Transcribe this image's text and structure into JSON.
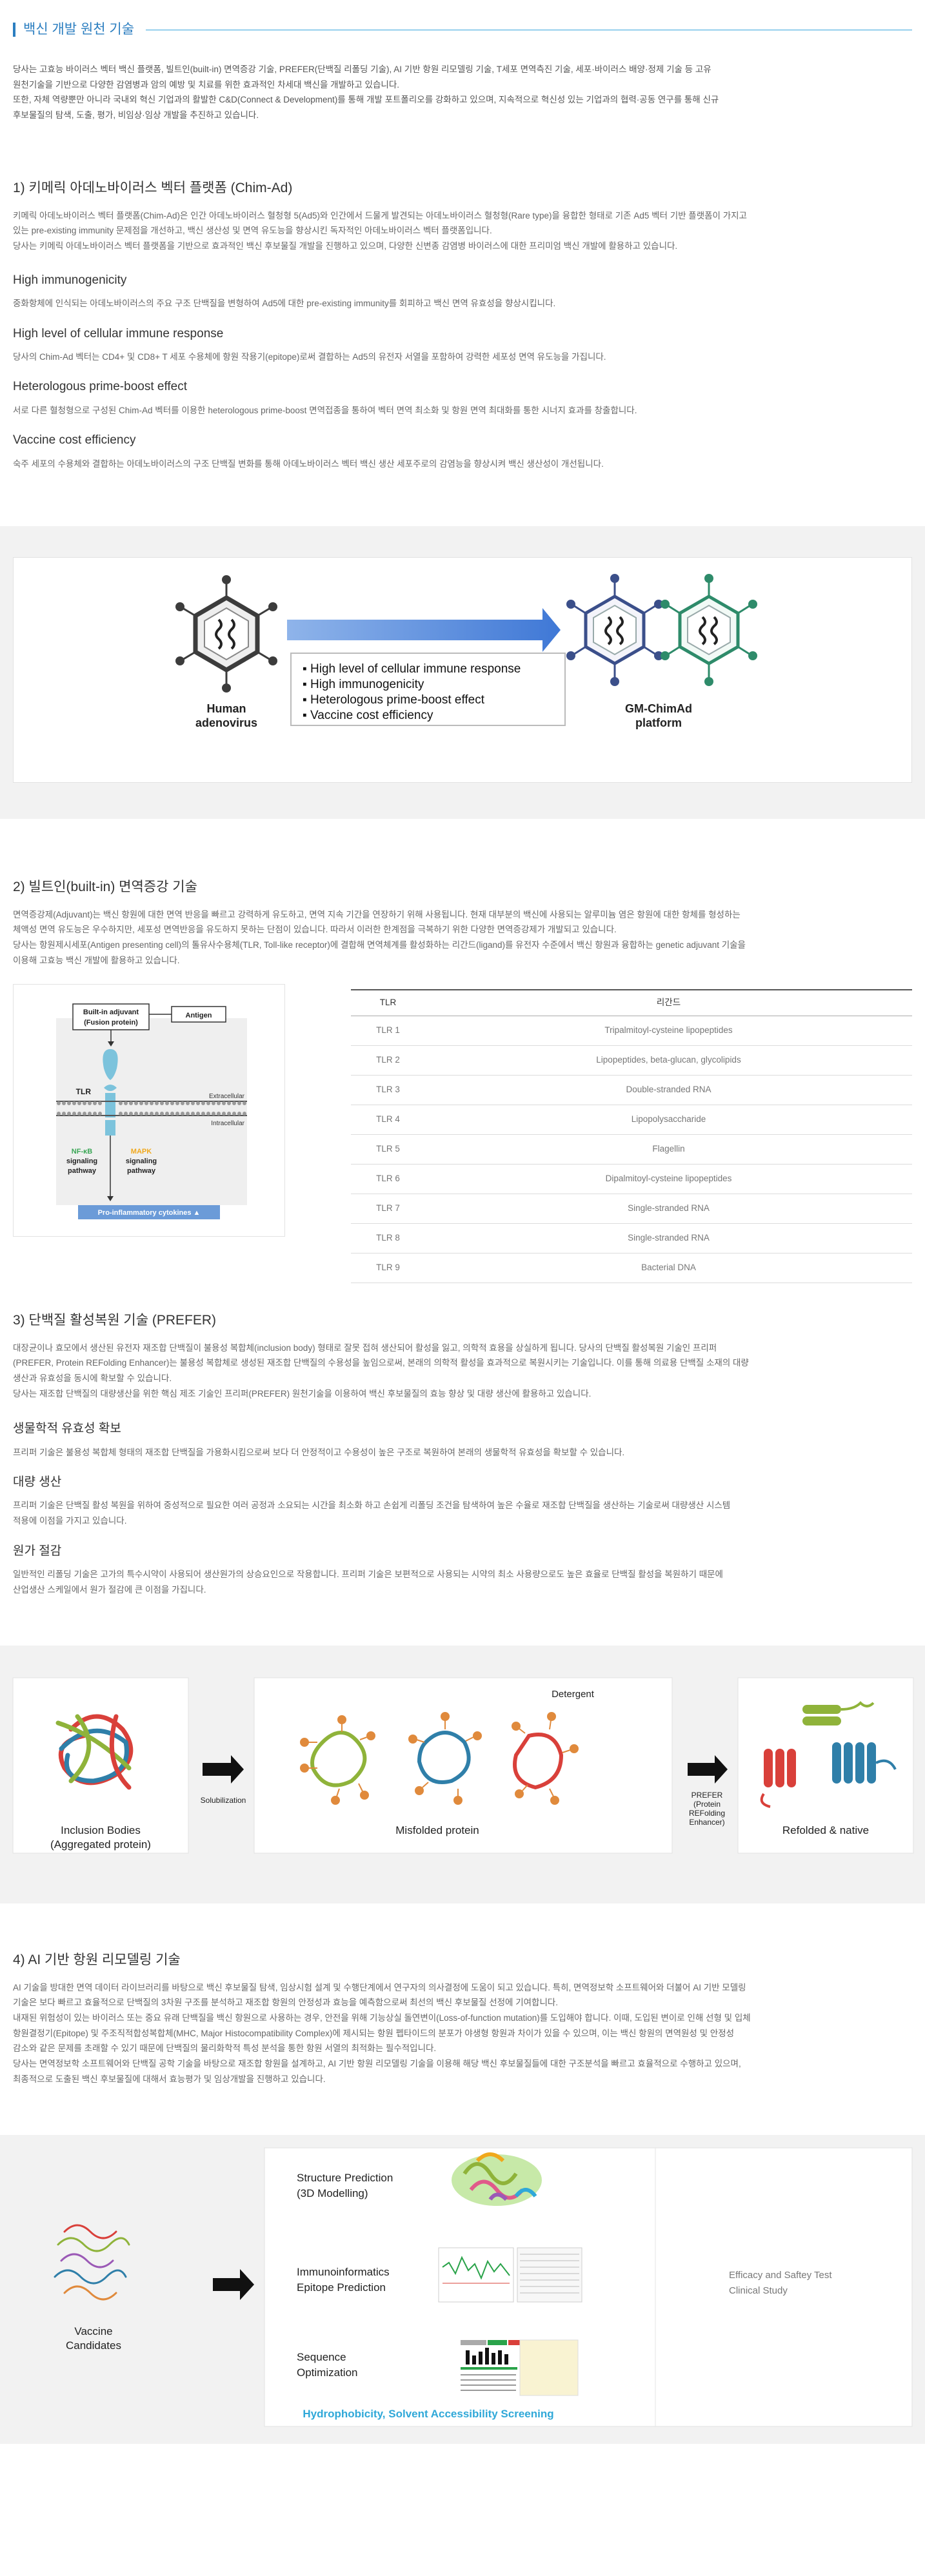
{
  "page": {
    "title": "백신 개발 원천 기술",
    "intro": [
      "당사는 고효능 바이러스 벡터 백신 플랫폼, 빌트인(built-in) 면역증강 기술, PREFER(단백질 리폴딩 기술), AI 기반 항원 리모델링 기술, T세포 면역측진 기술, 세포·바이러스 배양·정제 기술 등 고유",
      "원천기술을 기반으로 다양한 감염병과 암의 예방 및 치료를 위한 효과적인 차세대 백신을 개발하고 있습니다.",
      "또한, 자체 역량뿐만 아니라 국내외 혁신 기업과의 활발한 C&D(Connect & Development)를 통해 개발 포트폴리오를 강화하고 있으며, 지속적으로 혁신성 있는 기업과의 협력·공동 연구를 통해 신규",
      "후보물질의 탐색, 도출, 평가, 비임상·임상 개발을 추진하고 있습니다."
    ]
  },
  "s1": {
    "title": "1) 키메릭 아데노바이러스 벡터 플랫폼 (Chim-Ad)",
    "desc": [
      "키메릭 아데노바이러스 벡터 플랫폼(Chim-Ad)은 인간 아데노바이러스 혈청형 5(Ad5)와 인간에서 드물게 발견되는 아데노바이러스 혈청형(Rare type)을 융합한 형태로 기존 Ad5 벡터 기반 플랫폼이 가지고",
      "있는 pre-existing immunity 문제점을 개선하고, 백신 생산성 및 면역 유도능을 향상시킨 독자적인 아데노바이러스 벡터 플랫폼입니다.",
      "당사는 키메릭 아데노바이러스 벡터 플랫폼을 기반으로 효과적인 백신 후보물질 개발을 진행하고 있으며, 다양한 신변종 감염병 바이러스에 대한 프리미엄 백신 개발에 활용하고 있습니다."
    ],
    "features": [
      {
        "title": "High immunogenicity",
        "text": "중화항체에 인식되는 아데노바이러스의 주요 구조 단백질을 변형하여 Ad5에 대한 pre-existing immunity를 회피하고 백신 면역 유효성을 향상시킵니다."
      },
      {
        "title": "High level of cellular immune response",
        "text": "당사의 Chim-Ad 벡터는 CD4+ 및 CD8+ T 세포 수용체에 항원 작용기(epitope)로써 결합하는 Ad5의 유전자 서열을 포함하여 강력한 세포성 면역 유도능을 가집니다."
      },
      {
        "title": "Heterologous prime-boost effect",
        "text": "서로 다른 혈청형으로 구성된 Chim-Ad 벡터를 이용한 heterologous prime-boost 면역접종을 통하여 벡터 면역 최소화 및 항원 면역 최대화를 통한 시너지 효과를 창출합니다."
      },
      {
        "title": "Vaccine cost efficiency",
        "text": "숙주 세포의 수용체와 결합하는 아데노바이러스의 구조 단백질 변화를 통해 아데노바이러스 벡터 백신 생산 세포주로의 감염능을 향상시켜 백신 생산성이 개선됩니다."
      }
    ],
    "diagram": {
      "left_label_1": "Human",
      "left_label_2": "adenovirus",
      "right_label_1": "GM-ChimAd",
      "right_label_2": "platform",
      "bullets": [
        "High  level of cellular immune  response",
        "High  immunogenicity",
        "Heterologous  prime-boost effect",
        "Vaccine  cost efficiency"
      ],
      "colors": {
        "arrow": "#4a80d4",
        "virus_dark": "#3c3c3c",
        "virus_blue": "#3b4f8a",
        "virus_green": "#2e8b6a"
      }
    }
  },
  "s2": {
    "title": "2) 빌트인(built-in) 면역증강 기술",
    "desc": [
      "면역증강제(Adjuvant)는 백신 항원에 대한 면역 반응을 빠르고 강력하게 유도하고, 면역 지속 기간을 연장하기 위해 사용됩니다. 현재 대부분의 백신에 사용되는 알루미늄 염은 항원에 대한 항체를 형성하는",
      "체액성 면역 유도능은 우수하지만, 세포성 면역반응을 유도하지 못하는 단점이 있습니다. 따라서 이러한 한계점을 극복하기 위한 다양한 면역증강제가 개발되고 있습니다.",
      "당사는 항원제시세포(Antigen presenting cell)의 톨유사수용체(TLR, Toll-like receptor)에 결합해 면역체계를 활성화하는 리간드(ligand)를 유전자 수준에서 백신 항원과 융합하는 genetic adjuvant 기술을",
      "이용해 고효능 백신 개발에 활용하고 있습니다."
    ],
    "diagram": {
      "builtin_1": "Built-in adjuvant",
      "builtin_2": "(Fusion protein)",
      "antigen": "Antigen",
      "tlr": "TLR",
      "extracellular": "Extracellular",
      "intracellular": "Intracellular",
      "nfkb_1": "NF-κB",
      "nfkb_2": "signaling",
      "nfkb_3": "pathway",
      "mapk_1": "MAPK",
      "mapk_2": "signaling",
      "mapk_3": "pathway",
      "cytokines": "Pro-inflammatory cytokines ▲",
      "colors": {
        "tlr": "#7cc3dc",
        "nfkb": "#3aa655",
        "mapk": "#f0a81c",
        "cytokines": "#6b9bd8"
      }
    },
    "table": {
      "headers": [
        "TLR",
        "리간드"
      ],
      "rows": [
        [
          "TLR 1",
          "Tripalmitoyl-cysteine lipopeptides"
        ],
        [
          "TLR 2",
          "Lipopeptides, beta-glucan, glycolipids"
        ],
        [
          "TLR 3",
          "Double-stranded RNA"
        ],
        [
          "TLR 4",
          "Lipopolysaccharide"
        ],
        [
          "TLR 5",
          "Flagellin"
        ],
        [
          "TLR 6",
          "Dipalmitoyl-cysteine lipopeptides"
        ],
        [
          "TLR 7",
          "Single-stranded RNA"
        ],
        [
          "TLR 8",
          "Single-stranded RNA"
        ],
        [
          "TLR 9",
          "Bacterial DNA"
        ]
      ]
    }
  },
  "s3": {
    "title": "3) 단백질 활성복원 기술 (PREFER)",
    "desc": [
      "대장균이나 효모에서 생산된 유전자 재조합 단백질이 불용성 복합체(inclusion body) 형태로 잘못 접혀 생산되어 활성을 잃고, 의학적 효용을 상실하게 됩니다. 당사의 단백질 활성복원 기술인 프리퍼",
      "(PREFER, Protein REFolding Enhancer)는 불용성 복합체로 생성된 재조합 단백질의 수용성을 높임으로써, 본래의 의학적 활성을 효과적으로 복원시키는 기술입니다. 이를 통해 의료용 단백질 소재의 대량",
      "생산과 유효성을 동시에 확보할 수 있습니다.",
      "당사는 재조합 단백질의 대량생산을 위한 핵심 제조 기술인 프리퍼(PREFER) 원천기술을 이용하여 백신 후보물질의 효능 향상 및 대량 생산에 활용하고 있습니다."
    ],
    "features": [
      {
        "title": "생물학적 유효성 확보",
        "text": [
          "프리퍼 기술은 불용성 복합체 형태의 재조합 단백질을 가용화시킴으로써 보다 더 안정적이고 수용성이 높은 구조로 복원하여 본래의 생물학적 유효성을 확보할 수 있습니다."
        ]
      },
      {
        "title": "대량 생산",
        "text": [
          "프리퍼 기술은 단백질 활성 복원을 위하여 중성적으로 필요한 여러 공정과 소요되는 시간을 최소화 하고 손쉽게 리폴딩 조건을 탐색하여 높은 수율로 재조합 단백질을 생산하는 기술로써 대량생산 시스템",
          "적용에 이점을 가지고 있습니다."
        ]
      },
      {
        "title": "원가 절감",
        "text": [
          "일반적인 리폴딩 기술은 고가의 특수시약이 사용되어 생산원가의 상승요인으로 작용합니다. 프리퍼 기술은 보편적으로 사용되는 시약의 최소 사용량으로도 높은 효율로 단백질 활성을 복원하기 때문에",
          "산업생산 스케일에서 원가 절감에 큰 이점을 가집니다."
        ]
      }
    ],
    "diagram": {
      "inclusion_1": "Inclusion Bodies",
      "inclusion_2": "(Aggregated protein)",
      "solubilization": "Solubilization",
      "detergent": "Detergent",
      "misfolded": "Misfolded protein",
      "prefer_1": "PREFER",
      "prefer_2": "(Protein",
      "prefer_3": "REFolding",
      "prefer_4": "Enhancer)",
      "refolded": "Refolded & native",
      "colors": {
        "red": "#d9403a",
        "blue": "#2f7fa9",
        "green": "#8fb33a",
        "orange": "#e08a3c"
      }
    }
  },
  "s4": {
    "title": "4) AI 기반 항원 리모델링 기술",
    "desc": [
      "AI 기술을 방대한 면역 데이터 라이브러리를 바탕으로 백신 후보물질 탐색, 임상시험 설계 및 수행단계에서 연구자의 의사결정에 도움이 되고 있습니다. 특히, 면역정보학 소프트웨어와 더불어 AI 기반 모델링",
      "기술은 보다 빠르고 효율적으로 단백질의 3차원 구조를 분석하고 재조합 항원의 안정성과 효능을 예측함으로써 최선의 백신 후보물질 선정에 기여합니다.",
      "내재된 위험성이 있는 바이러스 또는 중요 유래 단백질을 백신 항원으로 사용하는 경우, 안전을 위해 기능상실 돌연변이(Loss-of-function mutation)를 도입해야 합니다. 이때, 도입된 변이로 인해 선형 및 입체",
      "항원결정기(Epitope) 및 주조직적합성복합체(MHC, Major Histocompatibility Complex)에 제시되는 항원 펩타이드의 분포가 야생형 항원과 차이가 있을 수 있으며, 이는 백신 항원의 면역원성 및 안정성",
      "감소와 같은 문제를 초래할 수 있기 때문에 단백질의 물리화학적 특성 분석을 통한 항원 서열의 최적화는 필수적입니다.",
      "당사는 면역정보학 소프트웨어와 단백질 공학 기술을 바탕으로 재조합 항원을 설계하고, AI 기반 항원 리모델링 기술을 이용해 해당 백신 후보물질들에 대한 구조분석을 빠르고 효율적으로 수행하고 있으며,",
      "최종적으로 도출된 백신 후보물질에 대해서 효능평가 및 임상개발을 진행하고 있습니다."
    ],
    "diagram": {
      "vaccine_1": "Vaccine",
      "vaccine_2": "Candidates",
      "structure_1": "Structure Prediction",
      "structure_2": "(3D Modelling)",
      "immuno_1": "Immunoinformatics",
      "immuno_2": "Epitope Prediction",
      "sequence_1": "Sequence",
      "sequence_2": "Optimization",
      "hydro": "Hydrophobicity, Solvent Accessibility Screening",
      "efficacy_1": "Efficacy and Saftey Test",
      "efficacy_2": "Clinical Study",
      "colors": {
        "hydro": "#2fa8d8"
      }
    }
  },
  "colors": {
    "accent": "#2b7ec0",
    "header_line": "#39a6dd",
    "band": "#f2f2f2"
  }
}
